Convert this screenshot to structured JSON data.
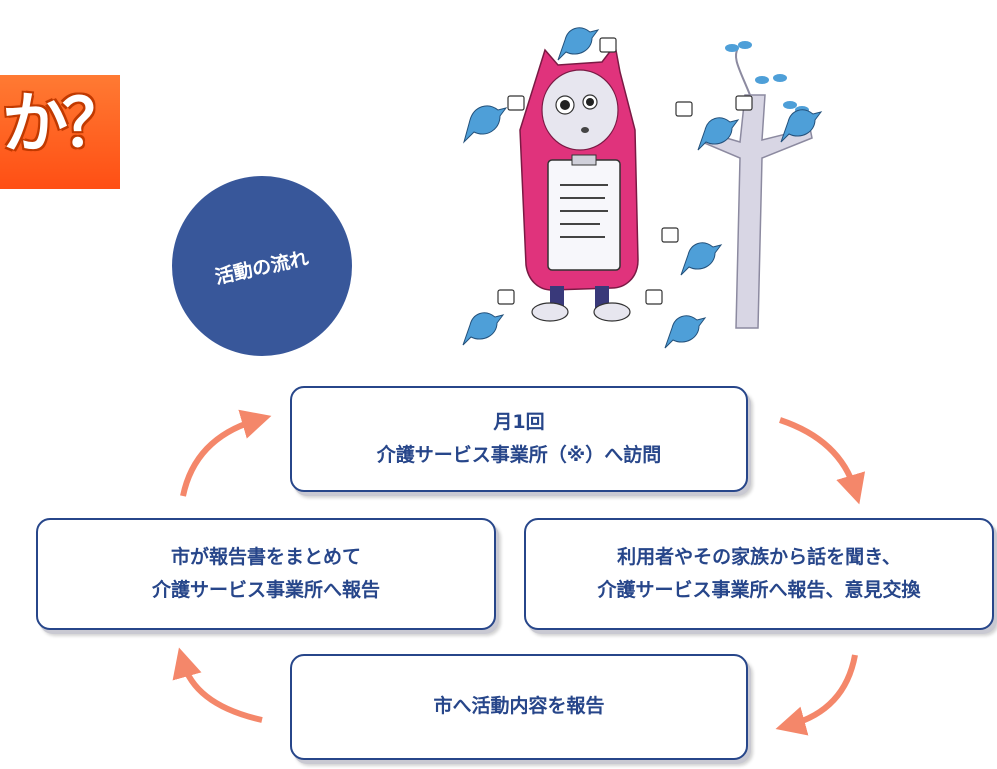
{
  "banner": {
    "text": "か？"
  },
  "circle": {
    "label": "活動の流れ"
  },
  "colors": {
    "navy": "#27468a",
    "circle": "#38579a",
    "arrow": "#f4876a",
    "banner": "#ff5a1f",
    "character": "#e0337c",
    "bird": "#4e9fd8"
  },
  "flow": {
    "step1": {
      "line1": "月1回",
      "line2": "介護サービス事業所（※）へ訪問"
    },
    "step2": {
      "line1": "利用者やその家族から話を聞き、",
      "line2": "介護サービス事業所へ報告、意見交換"
    },
    "step3": {
      "line1": "市へ活動内容を報告"
    },
    "step4": {
      "line1": "市が報告書をまとめて",
      "line2": "介護サービス事業所へ報告"
    }
  },
  "icons": [
    "mascot-character",
    "bird-icon",
    "memo-icon",
    "tree-icon",
    "curved-arrow-icon"
  ]
}
